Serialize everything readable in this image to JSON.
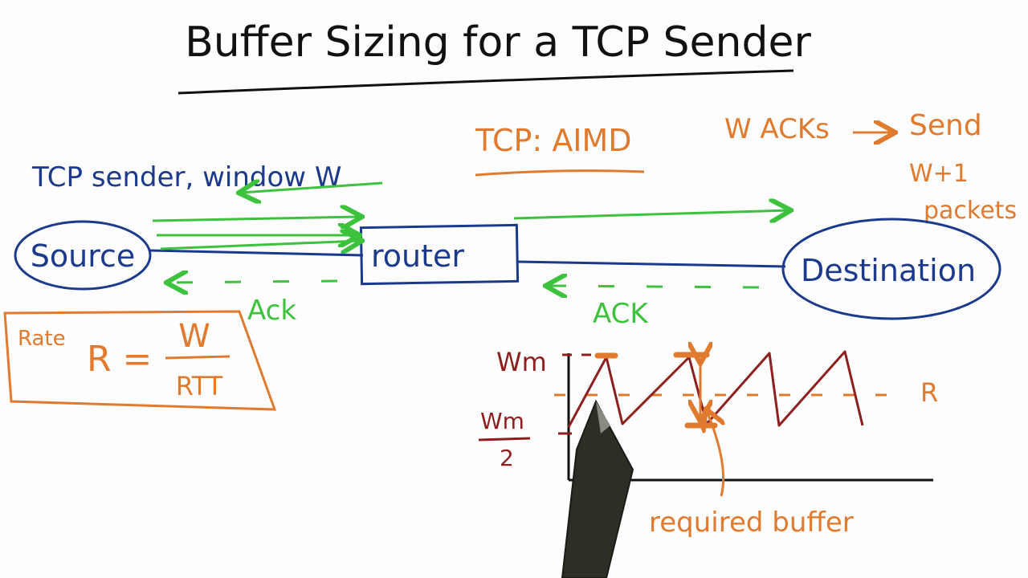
{
  "title": "Buffer Sizing for a TCP Sender",
  "labels": {
    "sender": "TCP sender, window W",
    "aimd": "TCP: AIMD",
    "acks_send_line1": "W ACKs",
    "acks_send_line2": "Send",
    "acks_send_line3": "W+1",
    "acks_send_line4": "packets",
    "source": "Source",
    "router": "router",
    "destination": "Destination",
    "ack_left": "Ack",
    "ack_right": "ACK",
    "rate_word": "Rate",
    "rate_lhs": "R =",
    "rate_num": "W",
    "rate_den": "RTT",
    "wm": "Wm",
    "wm_half_num": "Wm",
    "wm_half_den": "2",
    "r_label": "R",
    "required_buffer": "required buffer"
  },
  "colors": {
    "title_ink": "#111111",
    "blue_ink": "#1c3a8c",
    "green_ink": "#3cc23c",
    "orange_ink": "#e07a2e",
    "maroon_ink": "#8e1f1f"
  }
}
